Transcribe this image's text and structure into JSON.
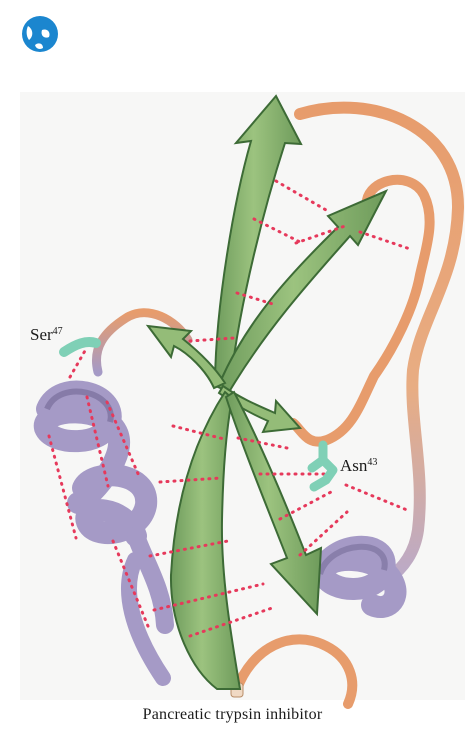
{
  "figure": {
    "caption": "Pancreatic trypsin inhibitor",
    "labels": {
      "ser": {
        "residue": "Ser",
        "number": "47"
      },
      "asn": {
        "residue": "Asn",
        "number": "43"
      }
    }
  },
  "colors": {
    "logo": "#1b86cf",
    "panel_background": "#f7f7f6",
    "beta_strand": "#86b473",
    "beta_strand_dark": "#3d6b36",
    "loop": "#e79c6c",
    "helix": "#a59ac6",
    "helix_dark": "#6e6390",
    "disulfide_side_chain": "#7fd0b6",
    "hydrogen_bond": "#e6395b"
  }
}
